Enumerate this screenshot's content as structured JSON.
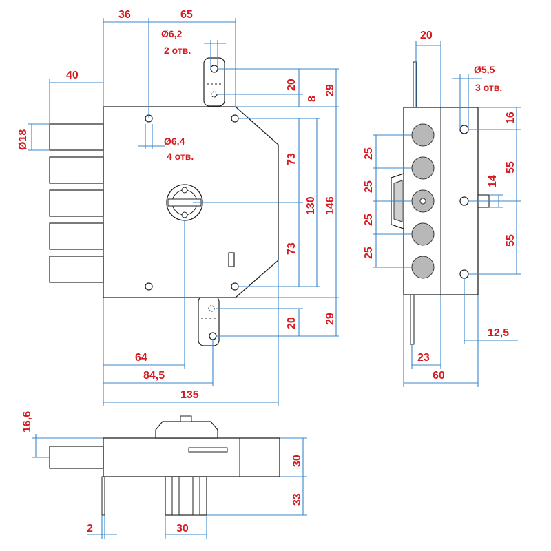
{
  "dimensions": {
    "front_top_36": "36",
    "front_top_65": "65",
    "hole_top_dia": "Ø6,2",
    "hole_top_count": "2 отв.",
    "bolt_length": "40",
    "bolt_dia": "Ø18",
    "hole_body_dia": "Ø6,4",
    "hole_body_count": "4 отв.",
    "plate_top_20": "20",
    "plate_top_8": "8",
    "plate_top_29": "29",
    "height_73_top": "73",
    "height_130": "130",
    "height_146": "146",
    "height_73_bottom": "73",
    "plate_bottom_20": "20",
    "plate_bottom_29": "29",
    "cyl_64": "64",
    "cyl_84_5": "84,5",
    "width_135": "135",
    "side_20": "20",
    "side_hole_dia": "Ø5,5",
    "side_hole_count": "3 отв.",
    "side_16": "16",
    "side_55_top": "55",
    "side_14": "14",
    "side_55_bottom": "55",
    "side_25_a": "25",
    "side_25_b": "25",
    "side_25_c": "25",
    "side_25_d": "25",
    "side_12_5": "12,5",
    "side_23": "23",
    "side_60": "60",
    "bottom_16_6": "16,6",
    "bottom_30_right": "30",
    "bottom_33": "33",
    "bottom_2": "2",
    "bottom_30": "30"
  }
}
